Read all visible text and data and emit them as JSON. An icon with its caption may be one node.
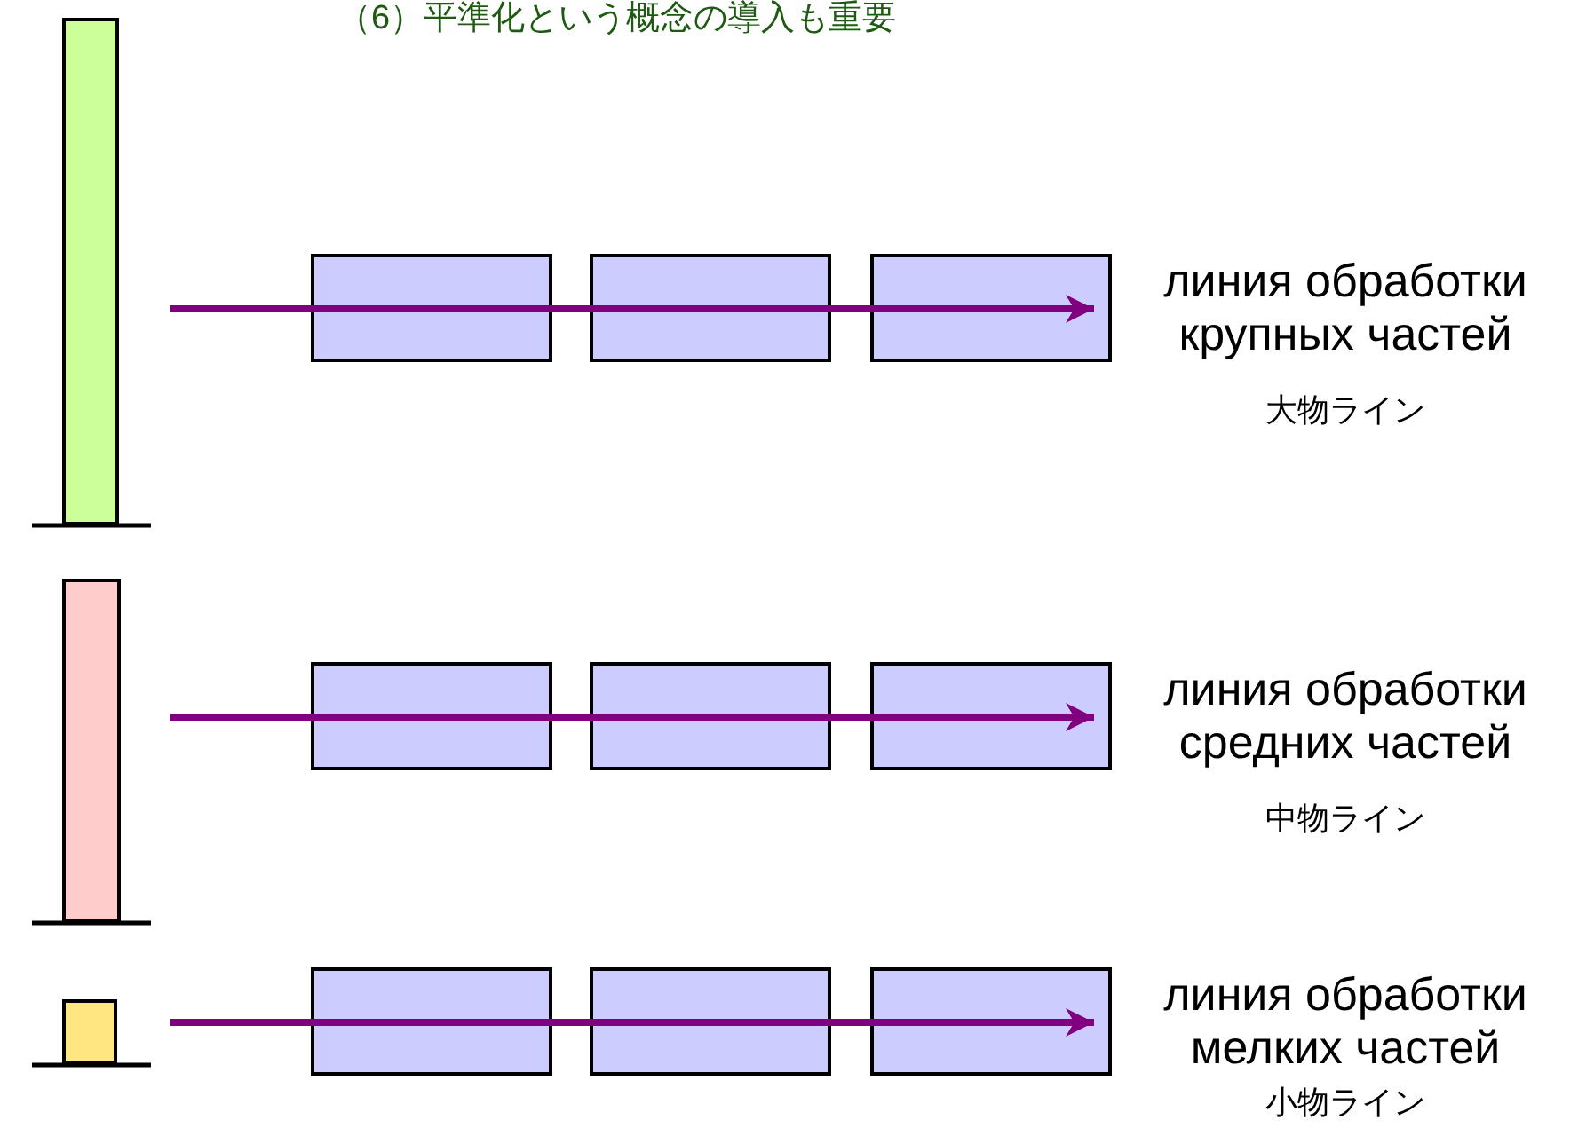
{
  "diagram": {
    "title": "（6）平準化という概念の導入も重要",
    "nodes": [
      {
        "text": [],
        "shape": "bar"
      },
      {
        "text": [],
        "shape": "box"
      },
      {
        "text": [],
        "shape": "box"
      },
      {
        "text": [],
        "shape": "box"
      },
      {
        "text": [
          "линия обработки крупных частей"
        ],
        "beside": [
          "大物ライン"
        ]
      },
      {
        "text": [],
        "shape": "bar"
      },
      {
        "text": [],
        "shape": "box"
      },
      {
        "text": [],
        "shape": "box"
      },
      {
        "text": [],
        "shape": "box"
      },
      {
        "text": [
          "линия обработки средних частей"
        ],
        "beside": [
          "中物ライン"
        ]
      },
      {
        "text": [],
        "shape": "bar"
      },
      {
        "text": [],
        "shape": "box"
      },
      {
        "text": [],
        "shape": "box"
      },
      {
        "text": [],
        "shape": "box"
      },
      {
        "text": [
          "линия обработки мелких частей"
        ],
        "beside": [
          "小物ライン"
        ]
      }
    ],
    "edges": [
      {
        "from": null,
        "to": 4,
        "arrow": "to"
      },
      {
        "from": null,
        "to": 9,
        "arrow": "to"
      },
      {
        "from": null,
        "to": 14,
        "arrow": "to"
      }
    ]
  }
}
